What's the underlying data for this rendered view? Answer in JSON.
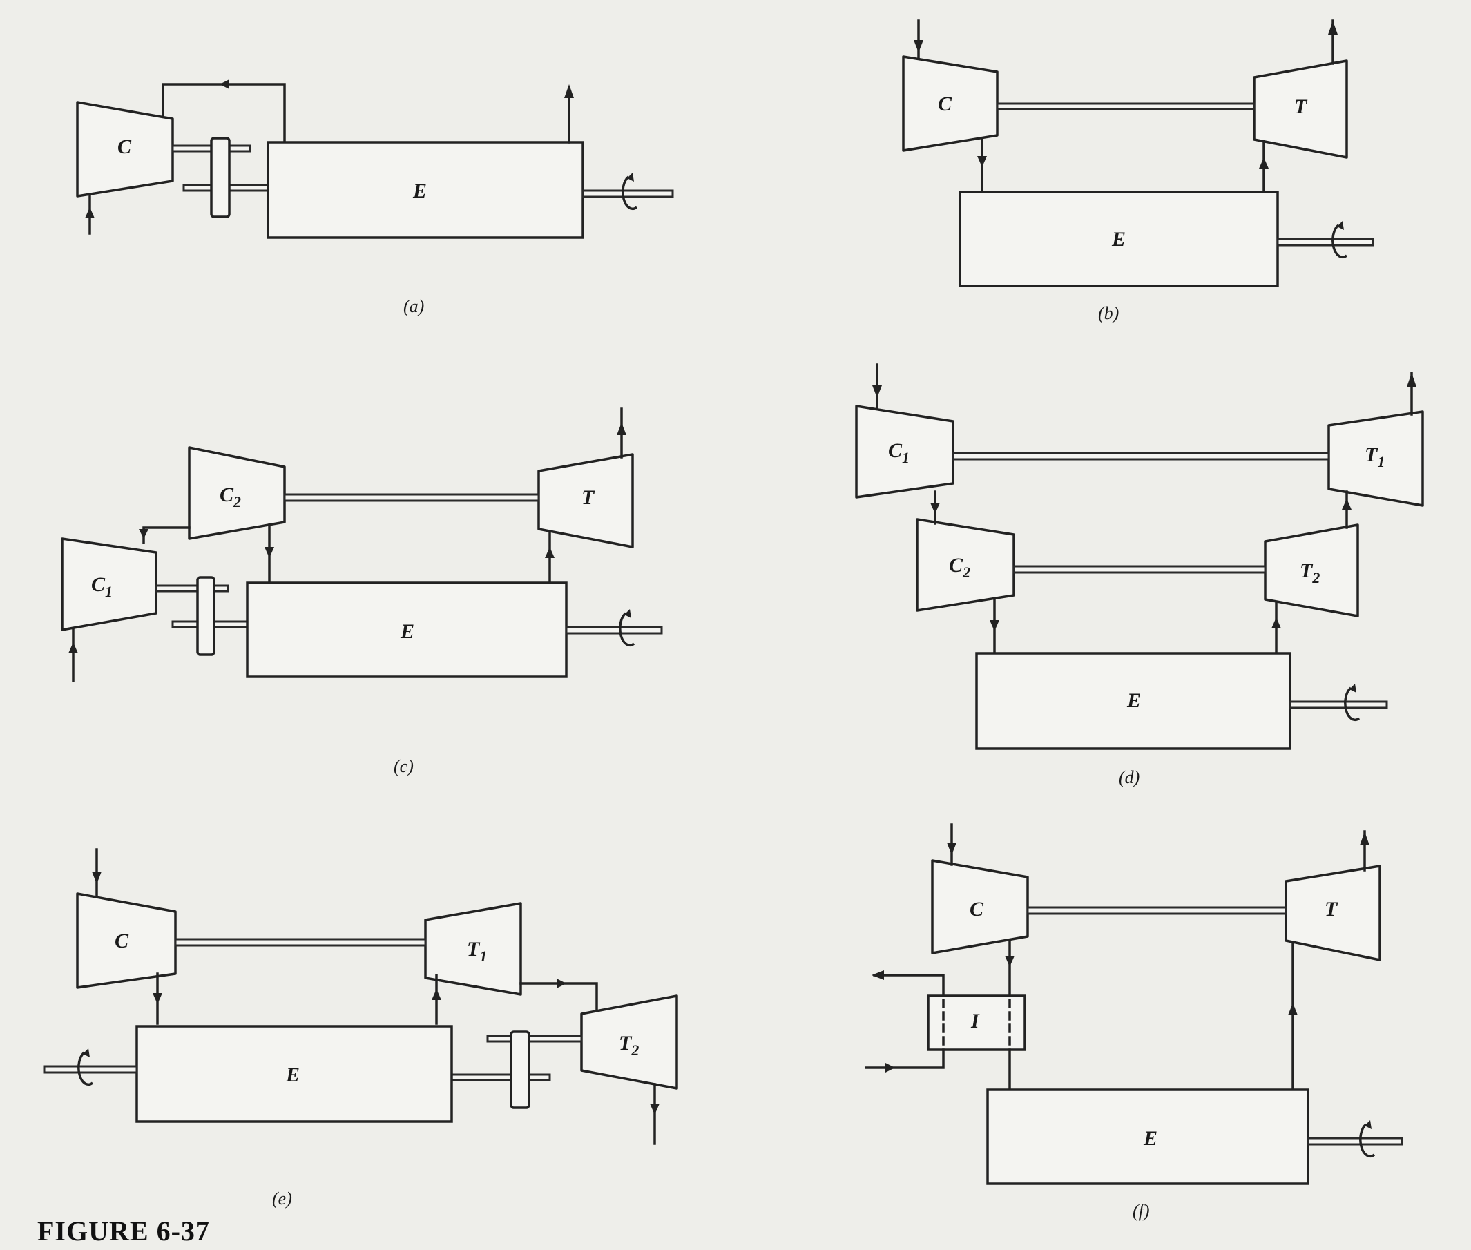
{
  "figure": {
    "title": "FIGURE 6-37",
    "panels": [
      {
        "id": "a",
        "caption": "(a)",
        "labels": {
          "compressor": "C",
          "engine": "E"
        }
      },
      {
        "id": "b",
        "caption": "(b)",
        "labels": {
          "compressor": "C",
          "turbine": "T",
          "engine": "E"
        }
      },
      {
        "id": "c",
        "caption": "(c)",
        "labels": {
          "compressor_1": "C1",
          "compressor_2": "C2",
          "turbine": "T",
          "engine": "E"
        }
      },
      {
        "id": "d",
        "caption": "(d)",
        "labels": {
          "compressor_1": "C1",
          "compressor_2": "C2",
          "turbine_1": "T1",
          "turbine_2": "T2",
          "engine": "E"
        }
      },
      {
        "id": "e",
        "caption": "(e)",
        "labels": {
          "compressor": "C",
          "turbine_1": "T1",
          "turbine_2": "T2",
          "engine": "E"
        }
      },
      {
        "id": "f",
        "caption": "(f)",
        "labels": {
          "compressor": "C",
          "turbine": "T",
          "intercooler": "I",
          "engine": "E"
        }
      }
    ]
  }
}
